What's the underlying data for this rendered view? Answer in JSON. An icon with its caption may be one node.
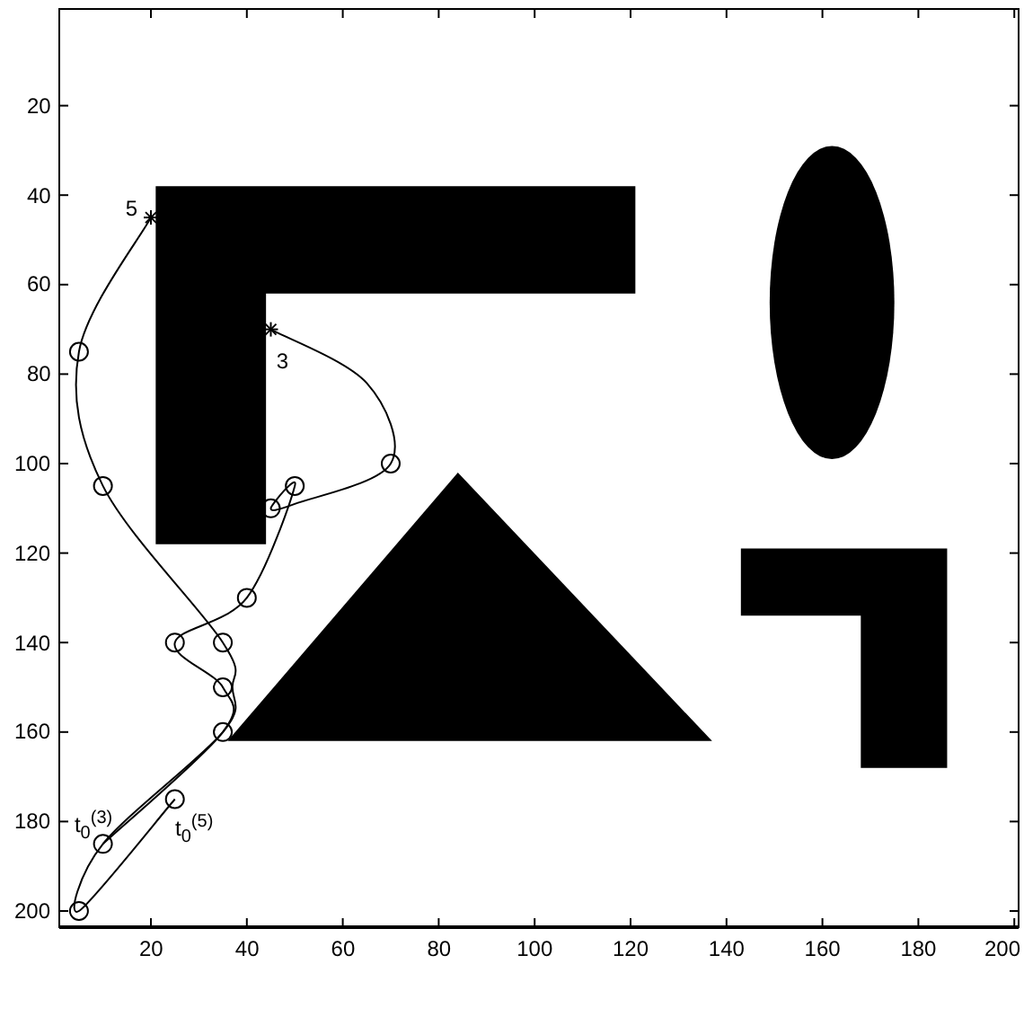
{
  "diagram": {
    "labels": [
      "20",
      "40",
      "60",
      "80",
      "100",
      "120",
      "140",
      "160",
      "180",
      "200",
      "5",
      "3",
      "t$_{0}$$^{(3)}$",
      "t$_{0}$$^{(5)}$",
      "20",
      "40",
      "60",
      "80",
      "100",
      "120",
      "140",
      "160",
      "180",
      "200"
    ]
  }
}
